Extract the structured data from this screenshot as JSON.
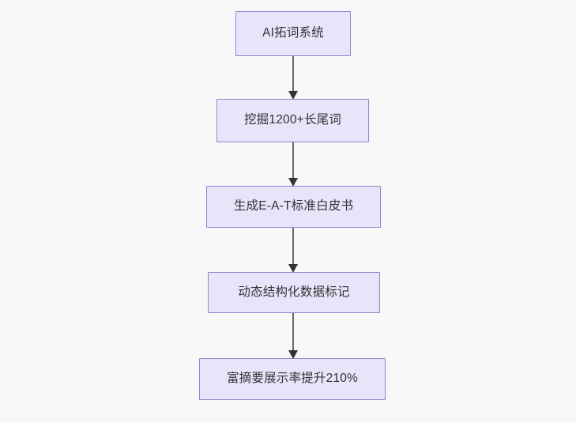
{
  "diagram": {
    "type": "flowchart",
    "direction": "top-to-bottom",
    "background_color": "#f8f8f8",
    "node_fill_color": "#e8e4fa",
    "node_border_color": "#9a7fd0",
    "node_text_color": "#333333",
    "edge_color": "#666666",
    "arrowhead_color": "#333333",
    "nodes": [
      {
        "id": "n0",
        "label": "AI拓词系统"
      },
      {
        "id": "n1",
        "label": "挖掘1200+长尾词"
      },
      {
        "id": "n2",
        "label": "生成E-A-T标准白皮书"
      },
      {
        "id": "n3",
        "label": "动态结构化数据标记"
      },
      {
        "id": "n4",
        "label": "富摘要展示率提升210%"
      }
    ],
    "edges": [
      {
        "from": "n0",
        "to": "n1",
        "label": ""
      },
      {
        "from": "n1",
        "to": "n2",
        "label": ""
      },
      {
        "from": "n2",
        "to": "n3",
        "label": ""
      },
      {
        "from": "n3",
        "to": "n4",
        "label": ""
      }
    ]
  }
}
